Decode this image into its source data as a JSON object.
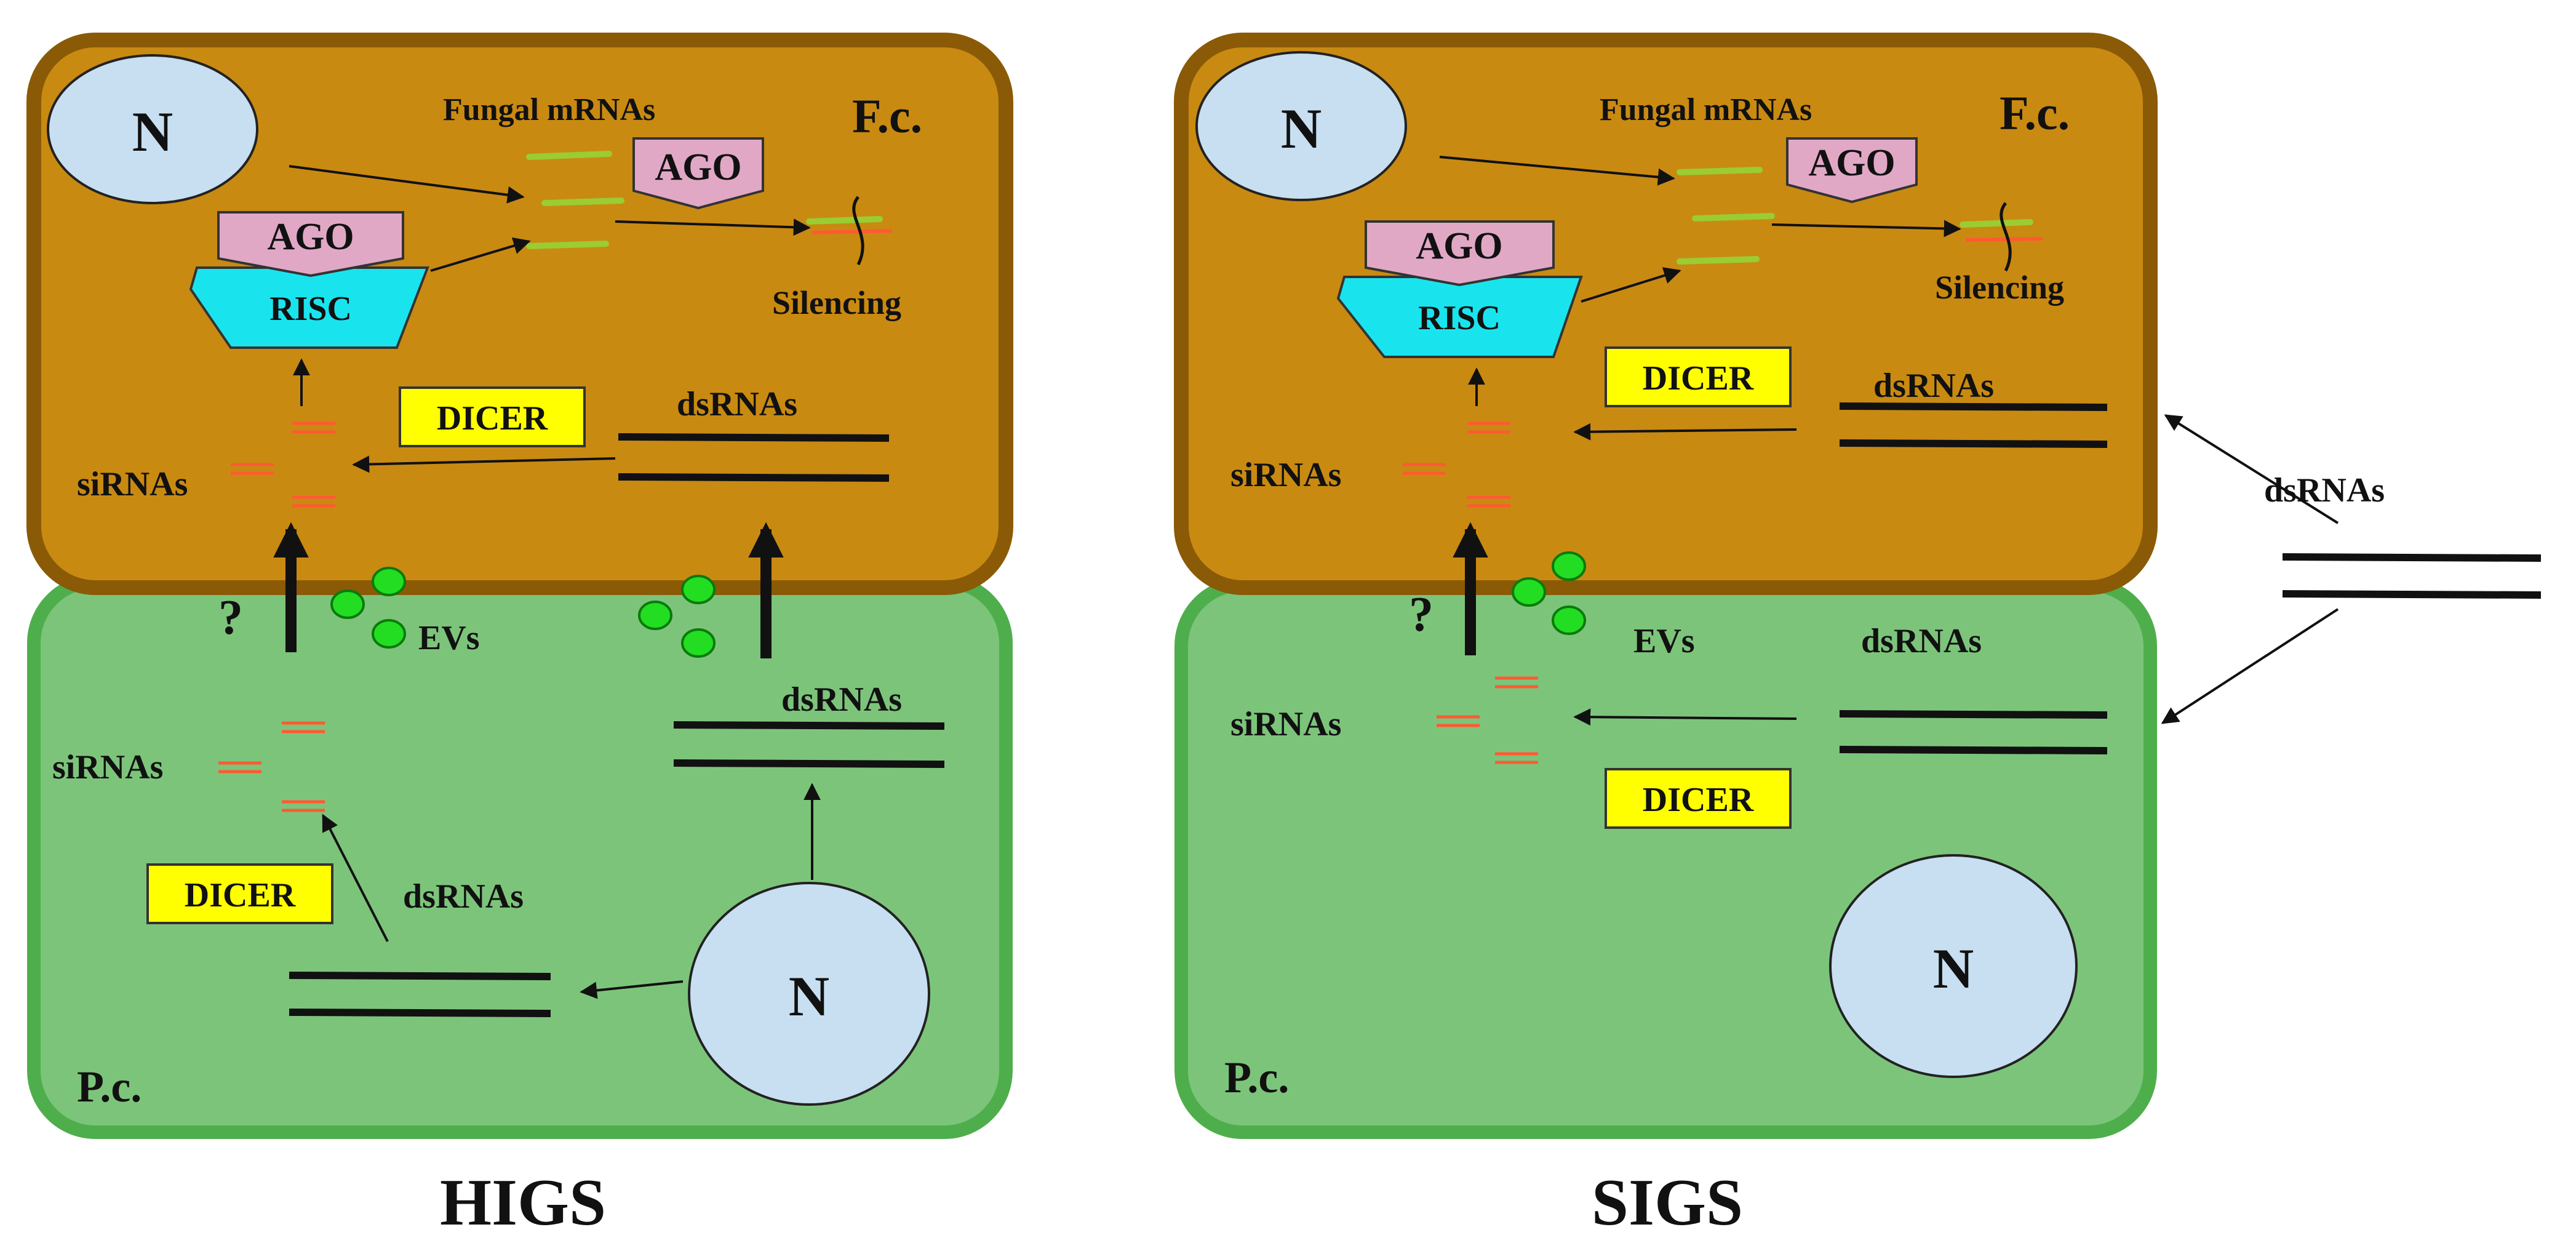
{
  "colors": {
    "fungal_cell_fill": "#C98A12",
    "fungal_cell_border": "#8A5A06",
    "plant_cell_fill": "#7DC47B",
    "plant_cell_border": "#4FAE4C",
    "nucleus_fill": "#C7DFF0",
    "ago_fill": "#E1A8C6",
    "risc_fill": "#19E4EE",
    "dicer_fill": "#FFFF00",
    "ev_fill": "#22DD22",
    "sirna": "#FF5A33",
    "mrna": "#9ACD32",
    "line": "#111111"
  },
  "panels": [
    {
      "id": "higs",
      "caption": "HIGS",
      "fungal_cell": {
        "label": "F.c.",
        "nucleus_label": "N",
        "mrna_label": "Fungal mRNAs",
        "ago_top": "AGO",
        "ago_risc": "AGO",
        "risc": "RISC",
        "silencing": "Silencing",
        "dicer": "DICER",
        "dsrnas": "dsRNAs",
        "sirnas": "siRNAs"
      },
      "transfer": {
        "question": "?",
        "evs": "EVs"
      },
      "plant_cell": {
        "label": "P.c.",
        "nucleus_label": "N",
        "sirnas": "siRNAs",
        "dicer": "DICER",
        "dsrnas_lower": "dsRNAs",
        "dsrnas_upper": "dsRNAs"
      }
    },
    {
      "id": "sigs",
      "caption": "SIGS",
      "fungal_cell": {
        "label": "F.c.",
        "nucleus_label": "N",
        "mrna_label": "Fungal mRNAs",
        "ago_top": "AGO",
        "ago_risc": "AGO",
        "risc": "RISC",
        "silencing": "Silencing",
        "dicer": "DICER",
        "dsrnas": "dsRNAs",
        "sirnas": "siRNAs"
      },
      "transfer": {
        "question": "?",
        "evs": "EVs"
      },
      "plant_cell": {
        "label": "P.c.",
        "nucleus_label": "N",
        "sirnas": "siRNAs",
        "dicer": "DICER",
        "dsrnas": "dsRNAs"
      },
      "external": {
        "dsrnas": "dsRNAs"
      }
    }
  ]
}
